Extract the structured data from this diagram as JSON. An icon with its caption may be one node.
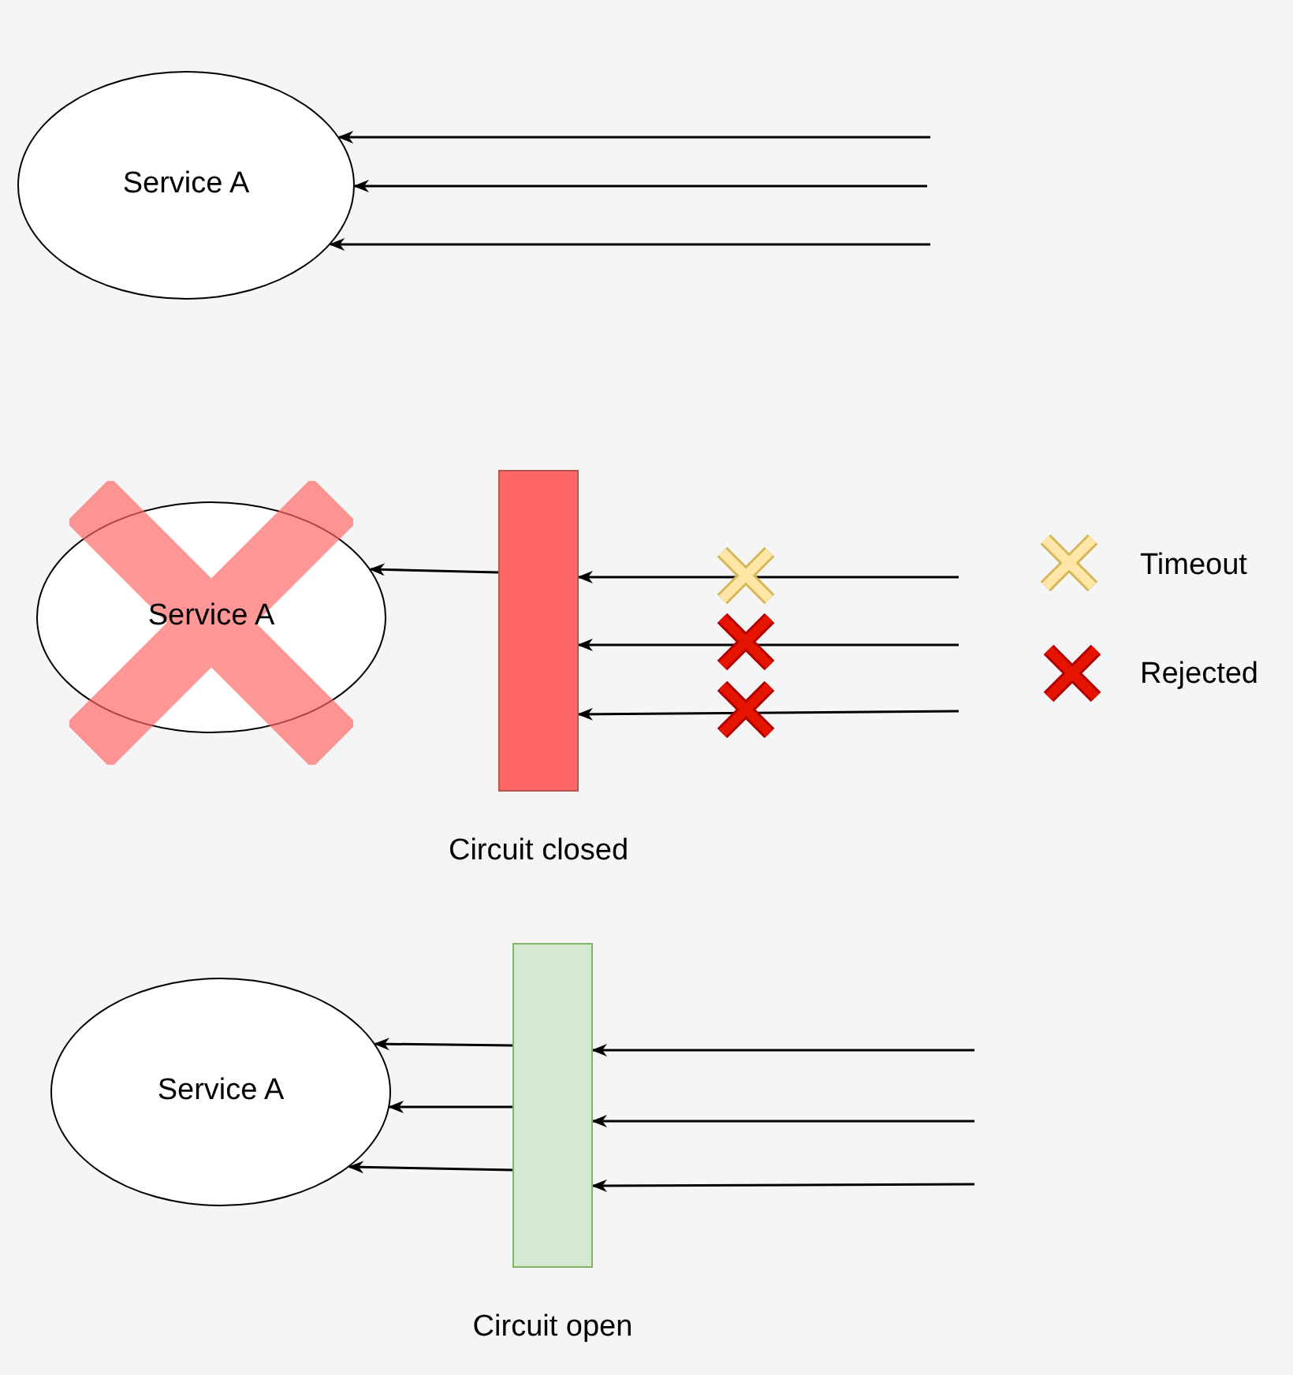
{
  "diagram": {
    "nodes": [
      {
        "text": [
          "Service A"
        ]
      },
      {
        "text": [
          "Service A"
        ]
      },
      {
        "text": [],
        "shape": "bar",
        "beside": [
          "Circuit closed"
        ]
      },
      {
        "text": [
          "Service A"
        ]
      },
      {
        "text": [],
        "shape": "bar",
        "beside": [
          "Circuit open"
        ]
      }
    ],
    "edges": [
      {
        "from": null,
        "to": 0,
        "arrow": "to"
      },
      {
        "from": null,
        "to": 0,
        "arrow": "to"
      },
      {
        "from": null,
        "to": 0,
        "arrow": "to"
      },
      {
        "from": 2,
        "to": 1,
        "arrow": "to"
      },
      {
        "from": null,
        "to": 2,
        "arrow": "to"
      },
      {
        "from": null,
        "to": 2,
        "arrow": "to"
      },
      {
        "from": null,
        "to": 2,
        "arrow": "to"
      },
      {
        "from": 4,
        "to": 3,
        "arrow": "to"
      },
      {
        "from": 4,
        "to": 3,
        "arrow": "to"
      },
      {
        "from": 4,
        "to": 3,
        "arrow": "to"
      },
      {
        "from": null,
        "to": 4,
        "arrow": "to"
      },
      {
        "from": null,
        "to": 4,
        "arrow": "to"
      },
      {
        "from": null,
        "to": 4,
        "arrow": "to"
      }
    ],
    "legend": [
      {
        "text": "Timeout"
      },
      {
        "text": "Rejected"
      }
    ]
  }
}
